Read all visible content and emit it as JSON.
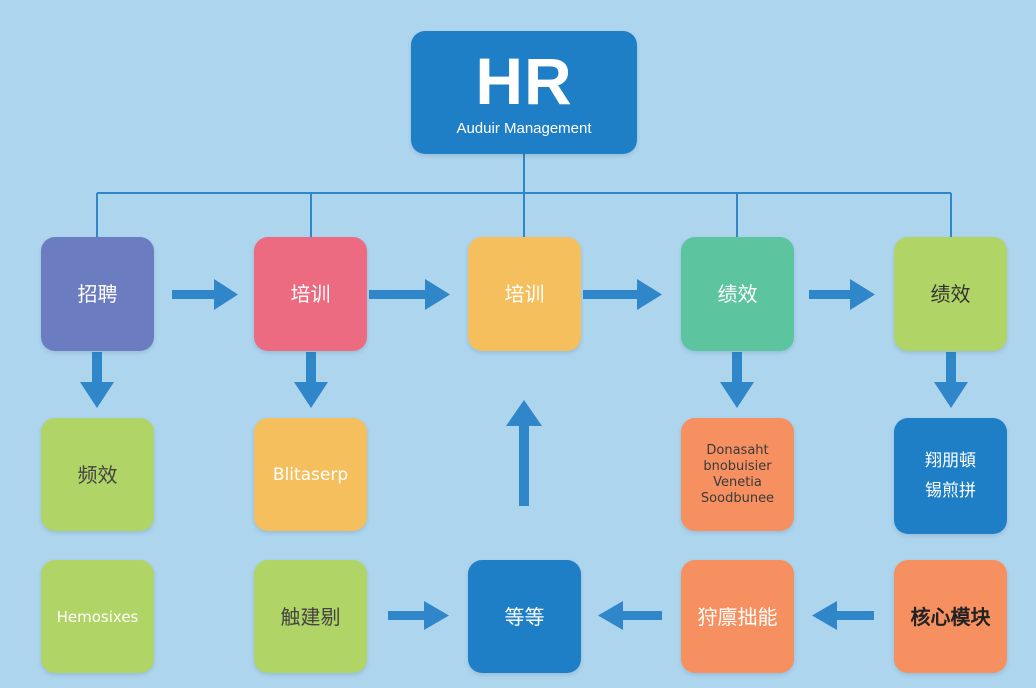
{
  "colors": {
    "background": "#aed5ee",
    "connector": "#2f86c8",
    "arrow": "#2f86c8"
  },
  "root": {
    "title": "HR",
    "subtitle": "Auduir Management",
    "color": "#1f7fc6"
  },
  "nodes": {
    "recruit": {
      "label": "招聘",
      "color": "#6c7cc0",
      "text_color": "#ffffff"
    },
    "training_1": {
      "label": "培训",
      "color": "#ec6b81",
      "text_color": "#ffffff"
    },
    "training_2": {
      "label": "培训",
      "color": "#f5bf5e",
      "text_color": "#ffffff"
    },
    "performance_1": {
      "label": "绩效",
      "color": "#5cc49e",
      "text_color": "#ffffff"
    },
    "performance_2": {
      "label": "绩效",
      "color": "#b0d465",
      "text_color": "#333333"
    },
    "recruit_child": {
      "label": "频效",
      "color": "#b0d465",
      "text_color": "#444444"
    },
    "training_child": {
      "label": "Blitaserp",
      "color": "#f5bf5e",
      "text_color": "#ffffff"
    },
    "perf_child": {
      "lines": [
        "Donasaht",
        "bnobuisier",
        "Venetia",
        "Soodbunee"
      ],
      "color": "#f69060",
      "text_color": "#3a3a3a"
    },
    "perf2_child": {
      "lines": [
        "翔朋頓",
        "锡煎拼"
      ],
      "color": "#1f7fc6",
      "text_color": "#ffffff"
    },
    "bottom_1": {
      "label": "Hemosixes",
      "color": "#b0d465",
      "text_color": "#ffffff"
    },
    "bottom_2": {
      "label": "触建剔",
      "color": "#b0d465",
      "text_color": "#444444"
    },
    "bottom_center": {
      "label": "等等",
      "color": "#1f7fc6",
      "text_color": "#ffffff"
    },
    "bottom_4": {
      "label": "狩廪拙能",
      "color": "#f69060",
      "text_color": "#ffffff"
    },
    "core": {
      "label": "核心模块",
      "color": "#f69060",
      "text_color": "#222222"
    }
  }
}
